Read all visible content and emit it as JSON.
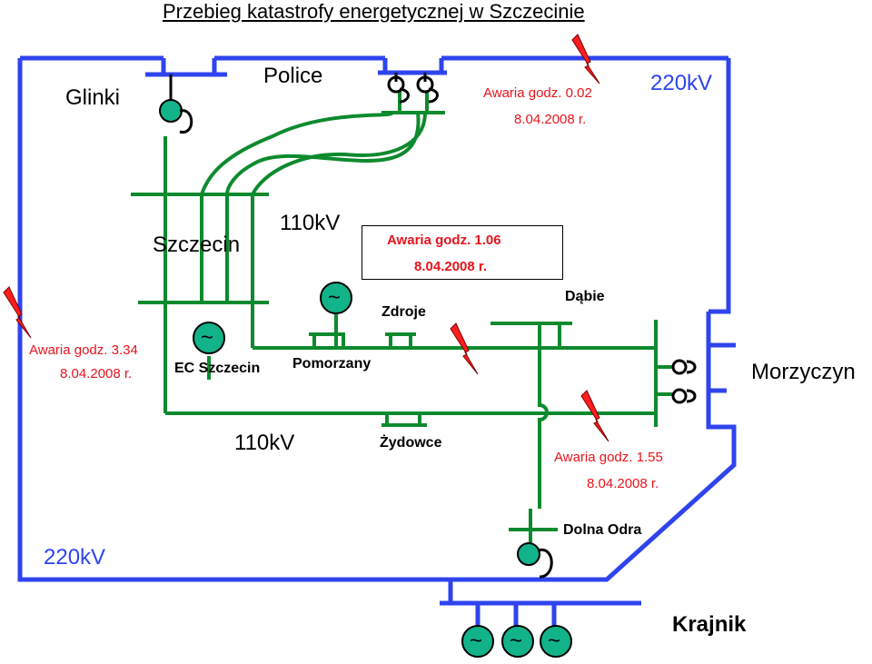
{
  "title": "Przebieg katastrofy energetycznej w Szczecinie",
  "stations": {
    "glinki": "Glinki",
    "police": "Police",
    "szczecin": "Szczecin",
    "ec_szczecin": "EC Szczecin",
    "pomorzany": "Pomorzany",
    "zdroje": "Zdroje",
    "dabie": "Dąbie",
    "morzyczyn": "Morzyczyn",
    "zydowce": "Żydowce",
    "dolna_odra": "Dolna Odra",
    "krajnik": "Krajnik"
  },
  "voltage_labels": {
    "top_220": "220kV",
    "bottom_220": "220kV",
    "upper_110": "110kV",
    "lower_110": "110kV"
  },
  "failures": [
    {
      "time": "Awaria godz. 0.02",
      "date": "8.04.2008 r."
    },
    {
      "time": "Awaria godz. 1.06",
      "date": "8.04.2008 r."
    },
    {
      "time": "Awaria godz. 3.34",
      "date": "8.04.2008 r."
    },
    {
      "time": "Awaria godz. 1.55",
      "date": "8.04.2008 r."
    }
  ],
  "generator_symbol": "~",
  "colors": {
    "line_220kv": "#2f44ee",
    "line_110kv": "#0e8a2e",
    "generator_fill": "#13b38a",
    "failure_bolt": "#ff1e1e",
    "failure_text": "#e8141c"
  }
}
